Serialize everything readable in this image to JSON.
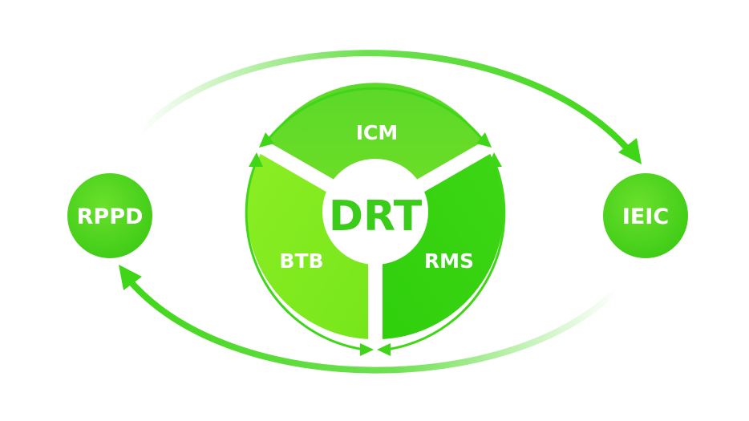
{
  "center": {
    "label": "DRT"
  },
  "segments": [
    {
      "label": "ICM"
    },
    {
      "label": "BTB"
    },
    {
      "label": "RMS"
    }
  ],
  "nodes": {
    "left": {
      "label": "RPPD"
    },
    "right": {
      "label": "IEIC"
    }
  },
  "colors": {
    "arrow": "#3fd618",
    "node_fill": "#4cd21e",
    "segment_top": "#56d526",
    "segment_left": "#7ee81e",
    "segment_right": "#38d20f",
    "center_text": "#3bcc19"
  }
}
